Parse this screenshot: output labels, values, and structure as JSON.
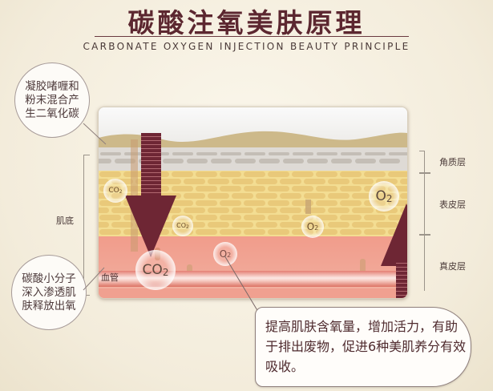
{
  "header": {
    "title": "碳酸注氧美肤原理",
    "subtitle": "CARBONATE OXYGEN INJECTION BEAUTY PRINCIPLE"
  },
  "callouts": {
    "top_left": "凝胶啫喱和粉末混合产生二氧化碳",
    "bottom_left": "碳酸小分子深入渗透肌肤释放出氧"
  },
  "left_labels": {
    "skin_base": "肌底",
    "blood_vessel": "血管"
  },
  "layer_labels": [
    {
      "label": "角质层"
    },
    {
      "label": "表皮层"
    },
    {
      "label": "真皮层"
    }
  ],
  "molecules": [
    {
      "label": "CO2",
      "formula": "CO",
      "sub": "2",
      "position": "epidermis-left-small"
    },
    {
      "label": "CO2",
      "formula": "CO",
      "sub": "2",
      "position": "epidermis-mid-small"
    },
    {
      "label": "CO2",
      "formula": "CO",
      "sub": "2",
      "position": "dermis-large"
    },
    {
      "label": "O2",
      "formula": "O",
      "sub": "2",
      "position": "dermis-mid"
    },
    {
      "label": "O2",
      "formula": "O",
      "sub": "2",
      "position": "epidermis-right"
    },
    {
      "label": "O2",
      "formula": "O",
      "sub": "2",
      "position": "epidermis-top-right-large"
    }
  ],
  "arrows": [
    {
      "direction": "down",
      "meaning": "carbon dioxide penetrating",
      "color": "#6e2634"
    },
    {
      "direction": "up",
      "meaning": "oxygen released",
      "color": "#6e2634"
    }
  ],
  "note": {
    "text": "提高肌肤含氧量，增加活力，有助于排出废物，促进6种美肌养分有效吸收。"
  },
  "colors": {
    "title": "#5c2730",
    "arrow": "#6e2634",
    "epidermis": "#f3dd92",
    "dermis": "#f19c8b",
    "stratum_corneum": "#dedad5",
    "surface": "#c9b78c"
  }
}
